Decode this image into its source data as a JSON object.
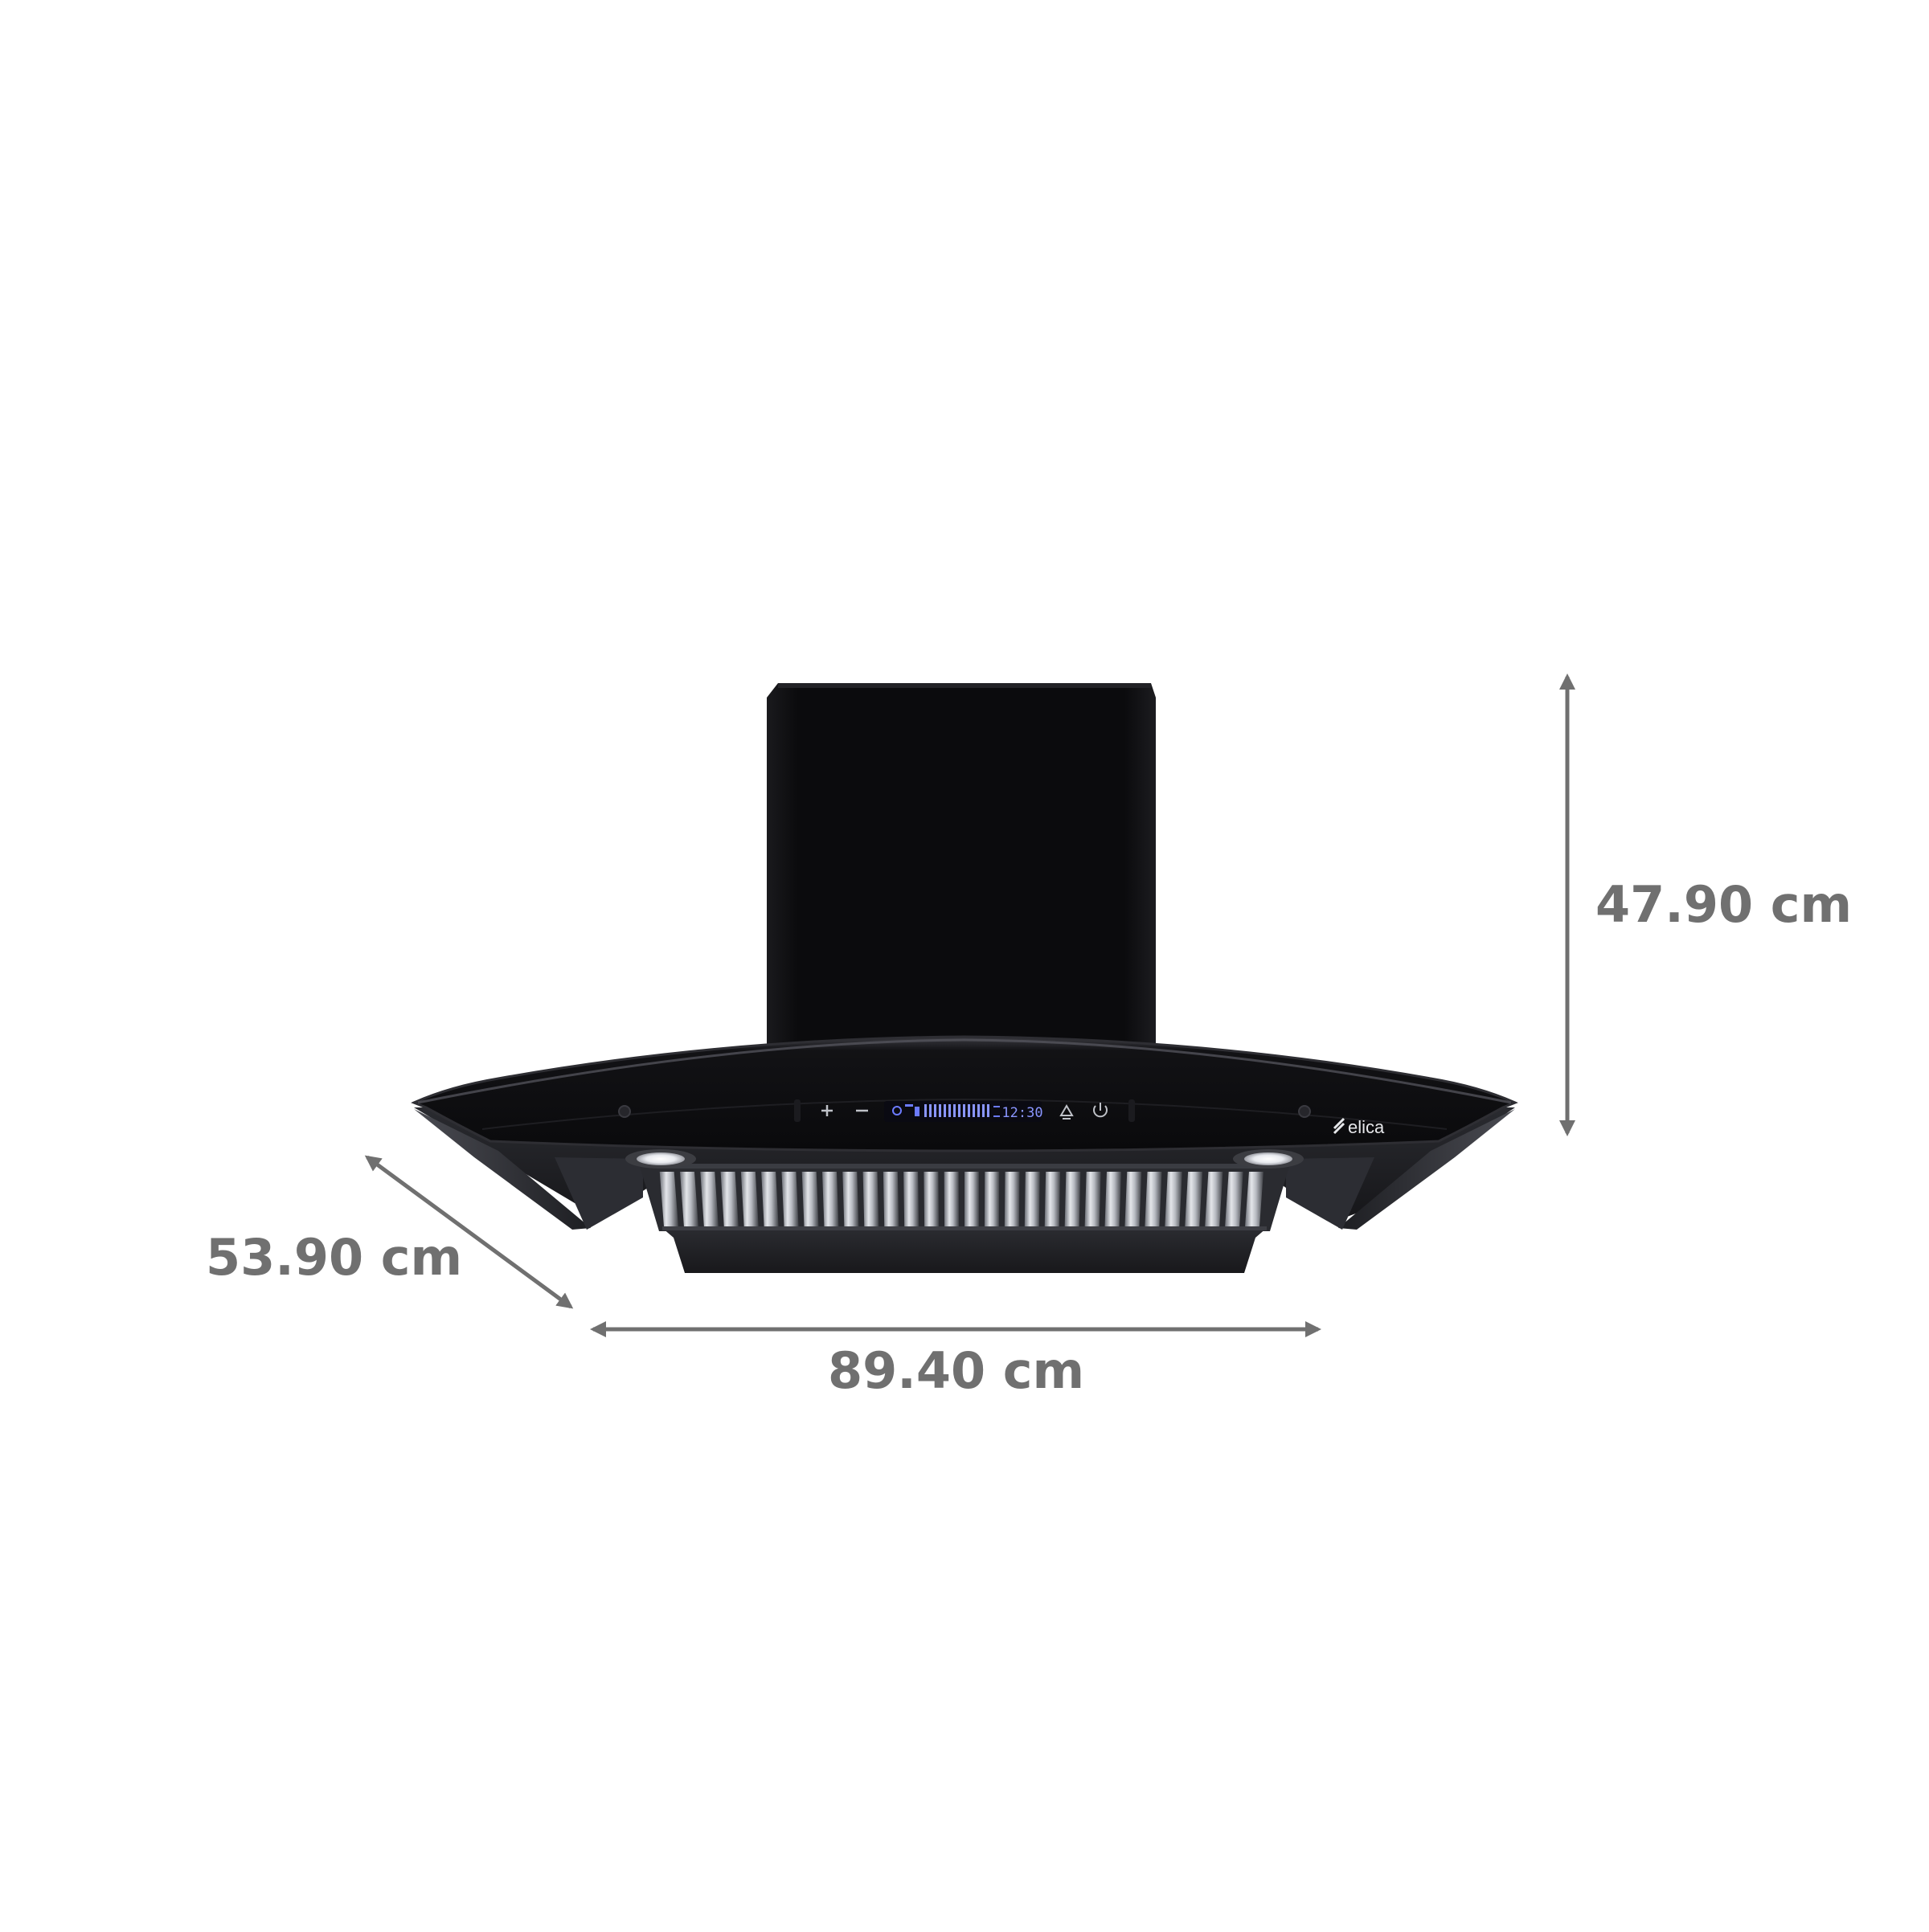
{
  "product": {
    "brand_logo_text": "elica",
    "display_time": "12:30",
    "colors": {
      "body": "#0d0d0f",
      "glass": "#111114",
      "glass_edge": "#2a2a2e",
      "display_glow": "#5c6cff",
      "baffle_light": "#d9dbe0",
      "baffle_dark": "#4a4c52",
      "lamp": "#f2f4f8"
    }
  },
  "dimensions": {
    "height": "47.90 cm",
    "depth": "53.90 cm",
    "width": "89.40 cm",
    "arrow_color": "#707070"
  }
}
